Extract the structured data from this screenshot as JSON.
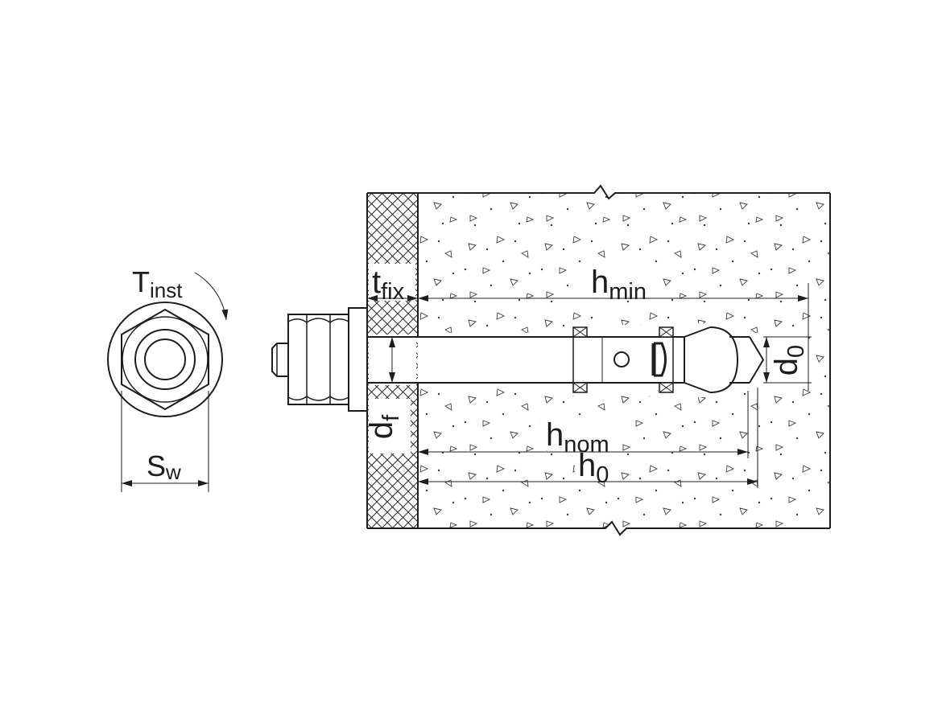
{
  "drawing": {
    "colors": {
      "line": "#1d1d1b",
      "background": "#ffffff"
    },
    "labels": {
      "tinst": {
        "main": "T",
        "sub": "inst"
      },
      "sw": {
        "main": "S",
        "sub": "w"
      },
      "tfix": {
        "main": "t",
        "sub": "fix"
      },
      "hmin": {
        "main": "h",
        "sub": "min"
      },
      "hnom": {
        "main": "h",
        "sub": "nom"
      },
      "h0": {
        "main": "h",
        "sub": "0"
      },
      "df": {
        "main": "d",
        "sub": "f"
      },
      "d0": {
        "main": "d",
        "sub": "0"
      }
    }
  }
}
